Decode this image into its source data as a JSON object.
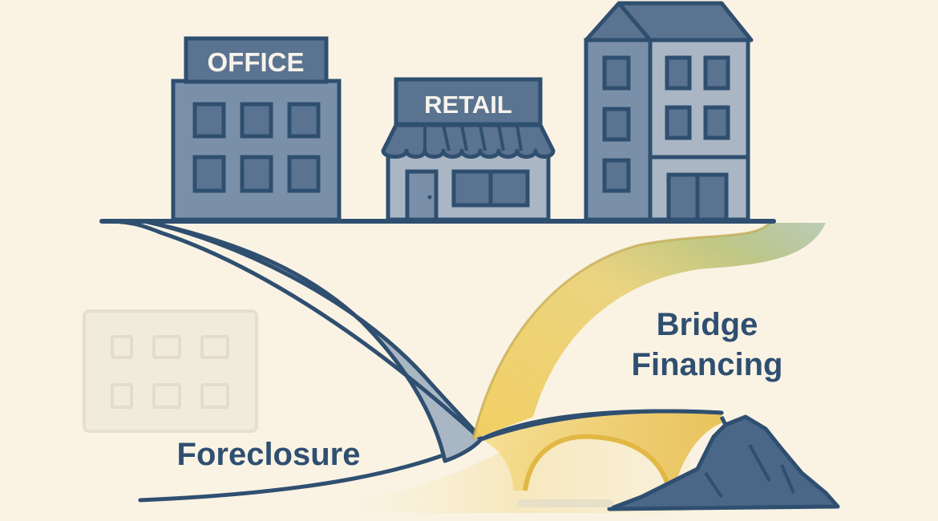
{
  "diagram": {
    "buildings": {
      "office": {
        "sign": "OFFICE"
      },
      "retail": {
        "sign": "RETAIL"
      },
      "apartment": {}
    },
    "paths": {
      "foreclosure": {
        "label": "Foreclosure"
      },
      "bridge_financing": {
        "label_line1": "Bridge",
        "label_line2": "Financing"
      }
    },
    "colors": {
      "background": "#faf3e4",
      "outline": "#2f4f70",
      "building_fill": "#7a90a9",
      "window_fill": "#5a7390",
      "foreclosure_path": "#a9b7c4",
      "bridge_gold": "#ecc95a",
      "bridge_green": "#7fa68a",
      "label_text": "#2f4f70",
      "ghost_building": "#e6e1d6"
    }
  }
}
